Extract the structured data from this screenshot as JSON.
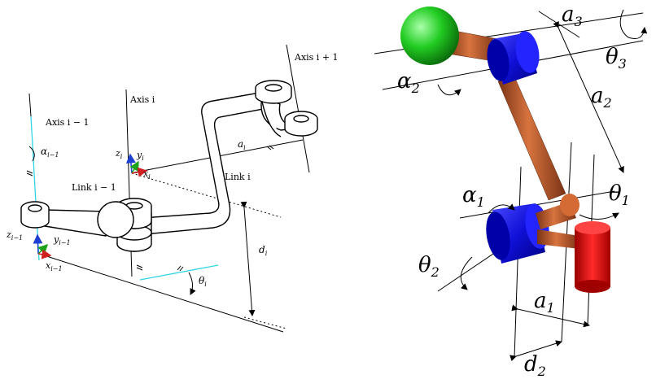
{
  "left": {
    "axis_prev": "Axis i − 1",
    "axis_cur": "Axis i",
    "axis_next": "Axis i + 1",
    "link_prev": "Link i − 1",
    "link_cur": "Link i",
    "alpha_prev": "α",
    "alpha_prev_sub": "i−1",
    "a_i": "a",
    "a_i_sub": "i",
    "d_i": "d",
    "d_i_sub": "i",
    "theta_i": "θ",
    "theta_i_sub": "i",
    "z_i": "z",
    "z_i_sub": "i",
    "y_i": "y",
    "y_i_sub": "i",
    "x_i": "x",
    "x_i_sub": "i",
    "z_prev": "z",
    "z_prev_sub": "i−1",
    "y_prev": "y",
    "y_prev_sub": "i−1",
    "x_prev": "x",
    "x_prev_sub": "i−1"
  },
  "right": {
    "a1": "a",
    "a1_sub": "1",
    "a2": "a",
    "a2_sub": "2",
    "a3": "a",
    "a3_sub": "3",
    "alpha1": "α",
    "alpha1_sub": "1",
    "alpha2": "α",
    "alpha2_sub": "2",
    "theta1": "θ",
    "theta1_sub": "1",
    "theta2": "θ",
    "theta2_sub": "2",
    "theta3": "θ",
    "theta3_sub": "3",
    "d2": "d",
    "d2_sub": "2"
  },
  "colors": {
    "cyan_axis": "#2fd6e6",
    "z_axis": "#1f3fd0",
    "y_axis": "#1aa31a",
    "x_axis": "#d01f1f",
    "sphere": "#1fc21f",
    "joint_blue": "#1010d8",
    "link_orange": "#b8562a",
    "base_red": "#e81010"
  }
}
